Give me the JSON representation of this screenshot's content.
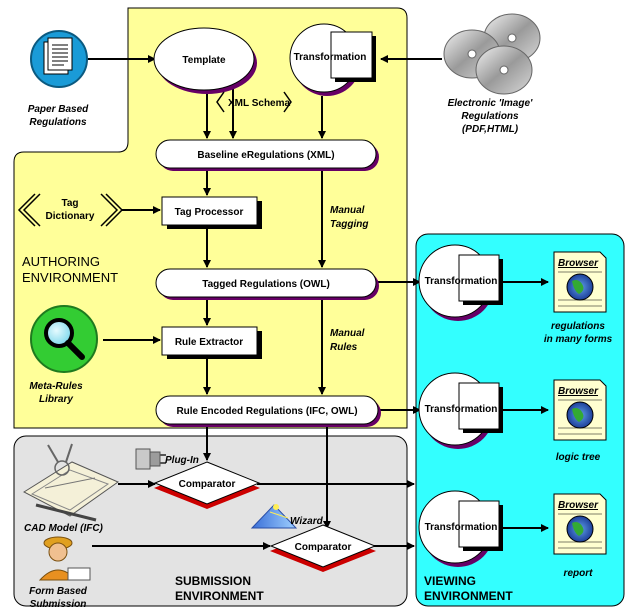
{
  "colors": {
    "authoring_bg": "#ffff99",
    "submission_bg": "#e3e3e3",
    "viewing_bg": "#33ffff",
    "accent_purple": "#660066",
    "accent_red": "#cc0000",
    "box_shadow": "#000000"
  },
  "regions": {
    "authoring": [
      "AUTHORING",
      "ENVIRONMENT"
    ],
    "submission": [
      "SUBMISSION",
      "ENVIRONMENT"
    ],
    "viewing": [
      "VIEWING",
      "ENVIRONMENT"
    ]
  },
  "nodes": {
    "template": "Template",
    "transformation_top": "Transformation",
    "xml_schema": "XML Schema",
    "baseline": "Baseline eRegulations  (XML)",
    "tag_dictionary": [
      "Tag",
      "Dictionary"
    ],
    "tag_processor": "Tag Processor",
    "manual_tagging": [
      "Manual",
      "Tagging"
    ],
    "tagged_regulations": "Tagged Regulations  (OWL)",
    "rule_extractor": "Rule Extractor",
    "manual_rules": [
      "Manual",
      "Rules"
    ],
    "meta_rules": [
      "Meta-Rules",
      "Library"
    ],
    "rule_encoded": "Rule Encoded Regulations  (IFC, OWL)",
    "plug_in": "Plug-In",
    "comparator_1": "Comparator",
    "cad_model": "CAD Model  (IFC)",
    "wizard": "Wizard",
    "comparator_2": "Comparator",
    "form_based": [
      "Form Based",
      "Submission"
    ],
    "paper_based": [
      "Paper Based",
      "Regulations"
    ],
    "electronic": [
      "Electronic 'Image'",
      "Regulations",
      "(PDF,HTML)"
    ]
  },
  "viewing": {
    "transformation_label": "Transformation",
    "browser_label": "Browser",
    "outputs": [
      [
        "regulations",
        "in many forms"
      ],
      [
        "logic tree"
      ],
      [
        "report"
      ]
    ]
  }
}
